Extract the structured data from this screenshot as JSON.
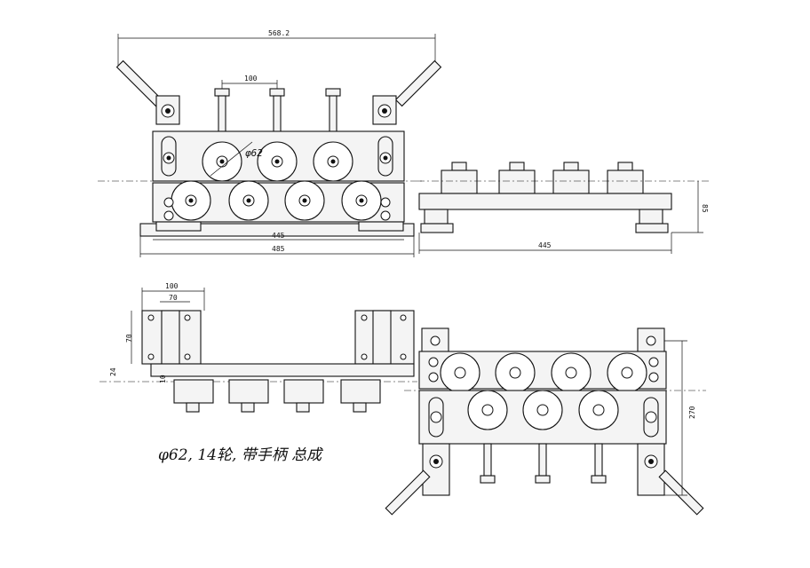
{
  "drawing": {
    "dimensions": {
      "overall_width": "568.2",
      "roller_pitch": "100",
      "roller_diameter": "φ62",
      "base_inner": "445",
      "base_outer": "485",
      "side_width": "445",
      "side_height": "85",
      "plan_width": "100",
      "plan_inner": "70",
      "plan_height": "70",
      "plan_thickness": "24",
      "plan_small": "10",
      "right_height": "270"
    },
    "handwritten_note": "φ62, 14轮, 带手柄 总成"
  }
}
